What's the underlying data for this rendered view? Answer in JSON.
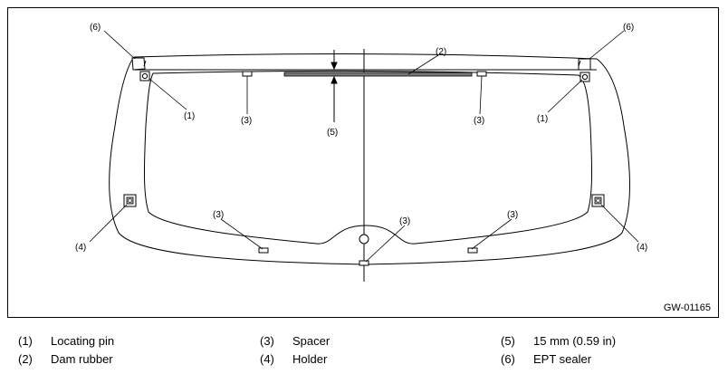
{
  "figure": {
    "code": "GW-01165",
    "callouts": {
      "c1": "(1)",
      "c2": "(2)",
      "c3": "(3)",
      "c4": "(4)",
      "c5": "(5)",
      "c6": "(6)"
    }
  },
  "legend": [
    {
      "num": "(1)",
      "text": "Locating pin"
    },
    {
      "num": "(2)",
      "text": "Dam rubber"
    },
    {
      "num": "(3)",
      "text": "Spacer"
    },
    {
      "num": "(4)",
      "text": "Holder"
    },
    {
      "num": "(5)",
      "text": "15 mm (0.59 in)"
    },
    {
      "num": "(6)",
      "text": "EPT sealer"
    }
  ]
}
